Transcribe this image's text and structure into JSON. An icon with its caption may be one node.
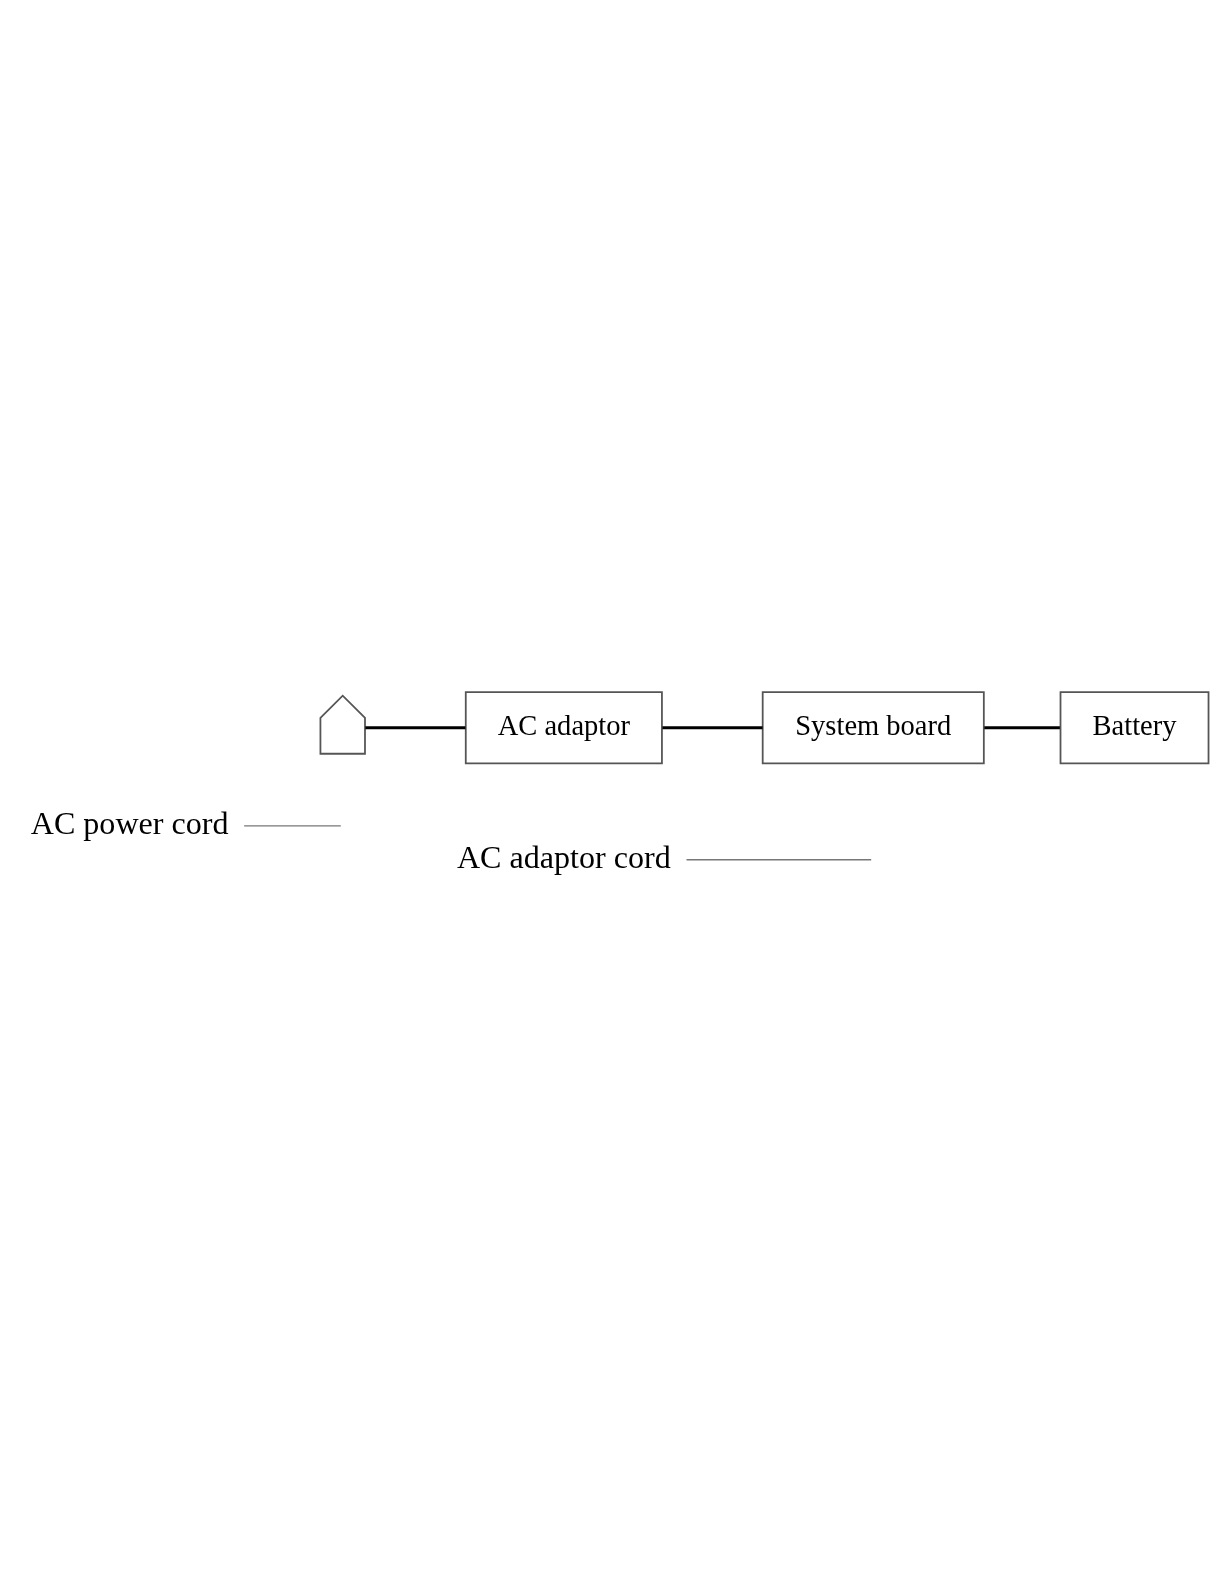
{
  "diagram": {
    "nodes": [
      {
        "text": [
          "AC power cord"
        ]
      },
      {
        "text": [
          "AC adaptor cord"
        ]
      },
      {
        "text": [],
        "shape": "plug"
      },
      {
        "text": [
          "AC adaptor"
        ]
      },
      {
        "text": [
          "System board"
        ]
      },
      {
        "text": [
          "Battery"
        ]
      }
    ],
    "edges": [
      {
        "from": 2,
        "to": 3,
        "arrow": "none"
      },
      {
        "from": 3,
        "to": 4,
        "arrow": "none"
      },
      {
        "from": 4,
        "to": 5,
        "arrow": "none"
      },
      {
        "from": 0,
        "to": null,
        "arrow": "none",
        "color": "#777777"
      },
      {
        "from": 1,
        "to": null,
        "arrow": "none",
        "color": "#777777"
      }
    ]
  }
}
